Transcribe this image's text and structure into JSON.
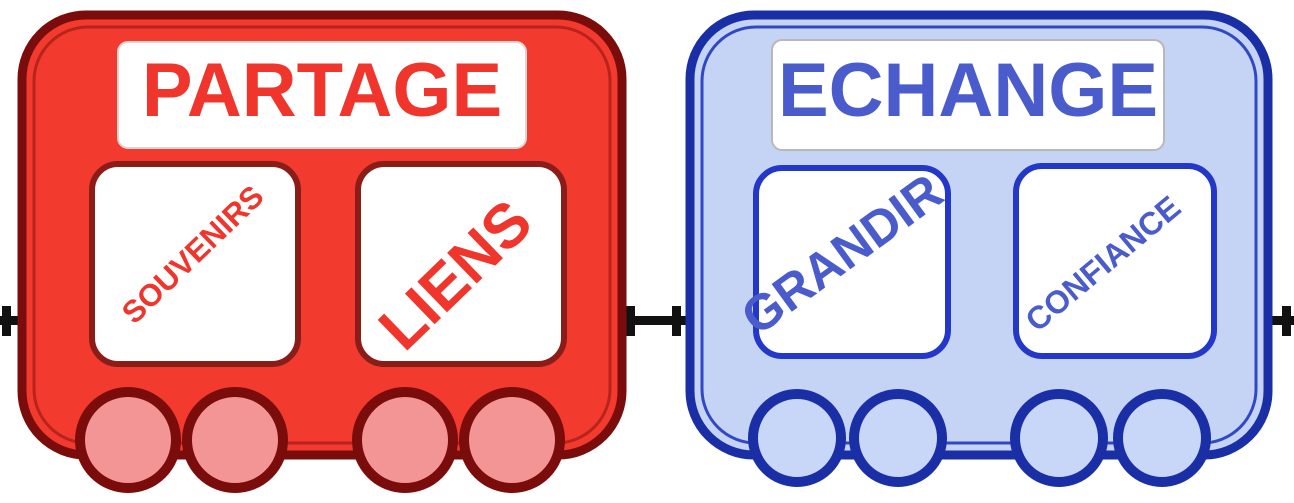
{
  "wagons": [
    {
      "title": "PARTAGE",
      "windows": [
        "SOUVENIRS",
        "LIENS"
      ],
      "colors": {
        "body": "#f23a2e",
        "border": "#7a0d0b",
        "wheel": "#f39595",
        "window_border": "#8a1d18",
        "text": "#f0362c"
      }
    },
    {
      "title": "ECHANGE",
      "windows": [
        "GRANDIR",
        "CONFIANCE"
      ],
      "colors": {
        "body": "#c5d4f5",
        "border": "#1a2fa6",
        "wheel": "#c8d6f8",
        "window_border": "#2338c8",
        "text": "#4a5ccc"
      }
    }
  ]
}
